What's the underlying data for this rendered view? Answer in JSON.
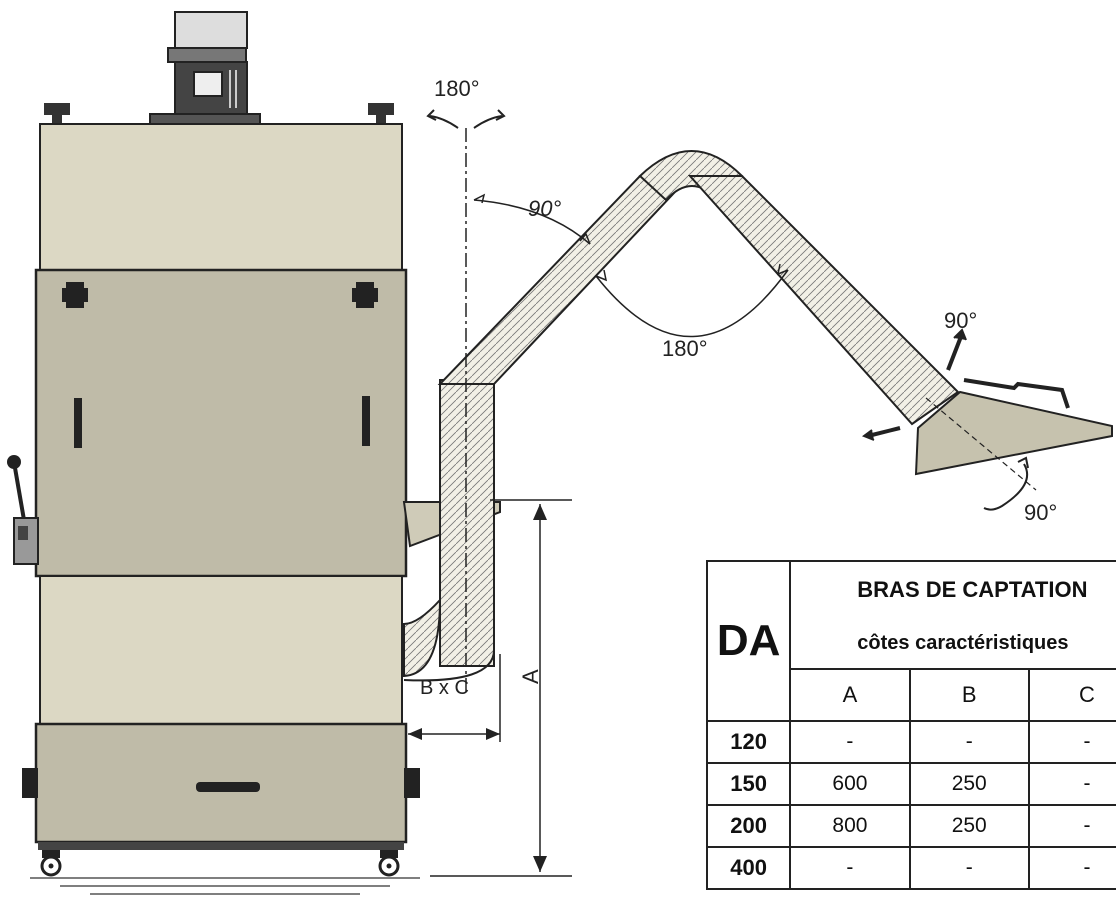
{
  "labels": {
    "rot_top": "180°",
    "angle_vertical": "90°",
    "angle_elbow": "180°",
    "angle_hood_up": "90°",
    "angle_hood_bottom": "90°",
    "dim_a": "A",
    "dim_bxc": "B x C"
  },
  "table": {
    "row_header": "DA",
    "title": "BRAS DE CAPTATION",
    "subtitle": "côtes caractéristiques",
    "columns": [
      "A",
      "B",
      "C"
    ],
    "rows": [
      {
        "da": "120",
        "values": [
          "-",
          "-",
          "-"
        ]
      },
      {
        "da": "150",
        "values": [
          "600",
          "250",
          "-"
        ]
      },
      {
        "da": "200",
        "values": [
          "800",
          "250",
          "-"
        ]
      },
      {
        "da": "400",
        "values": [
          "-",
          "-",
          "-"
        ]
      }
    ]
  },
  "colors": {
    "cabinet_light": "#dcd8c4",
    "cabinet_mid": "#bfbba8",
    "outline": "#222222",
    "hood": "#c6c2ae"
  }
}
